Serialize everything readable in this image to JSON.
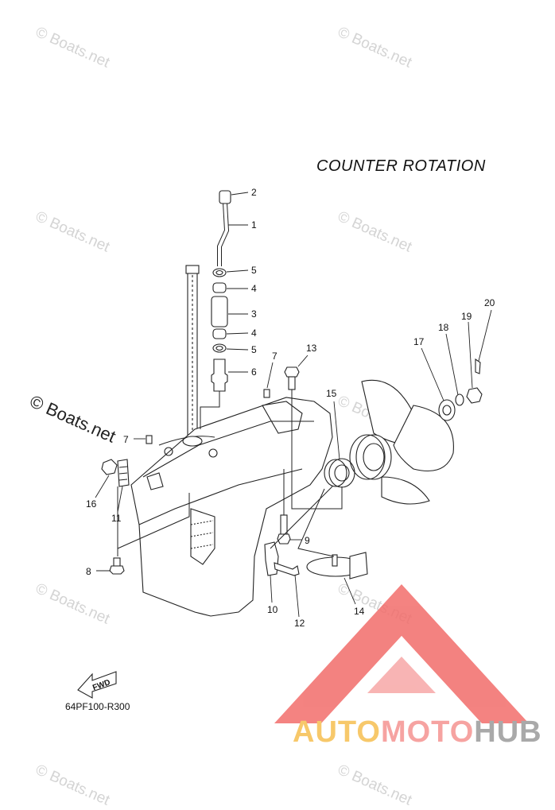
{
  "title": "COUNTER ROTATION",
  "diagram_code": "64PF100-R300",
  "fwd_label": "FWD",
  "watermark_text": "© Boats.net",
  "brand": {
    "part1": "AUTO",
    "part2": "MOTO",
    "part3": "HUB",
    "colors": {
      "part1": "#f7c86a",
      "part2": "#f6a3a1",
      "part3": "#a9a9a9",
      "logo": "#f26d6b"
    }
  },
  "callouts": [
    "1",
    "2",
    "3",
    "4",
    "4",
    "5",
    "5",
    "6",
    "7",
    "7",
    "8",
    "9",
    "10",
    "11",
    "12",
    "13",
    "14",
    "15",
    "16",
    "17",
    "18",
    "19",
    "20"
  ]
}
